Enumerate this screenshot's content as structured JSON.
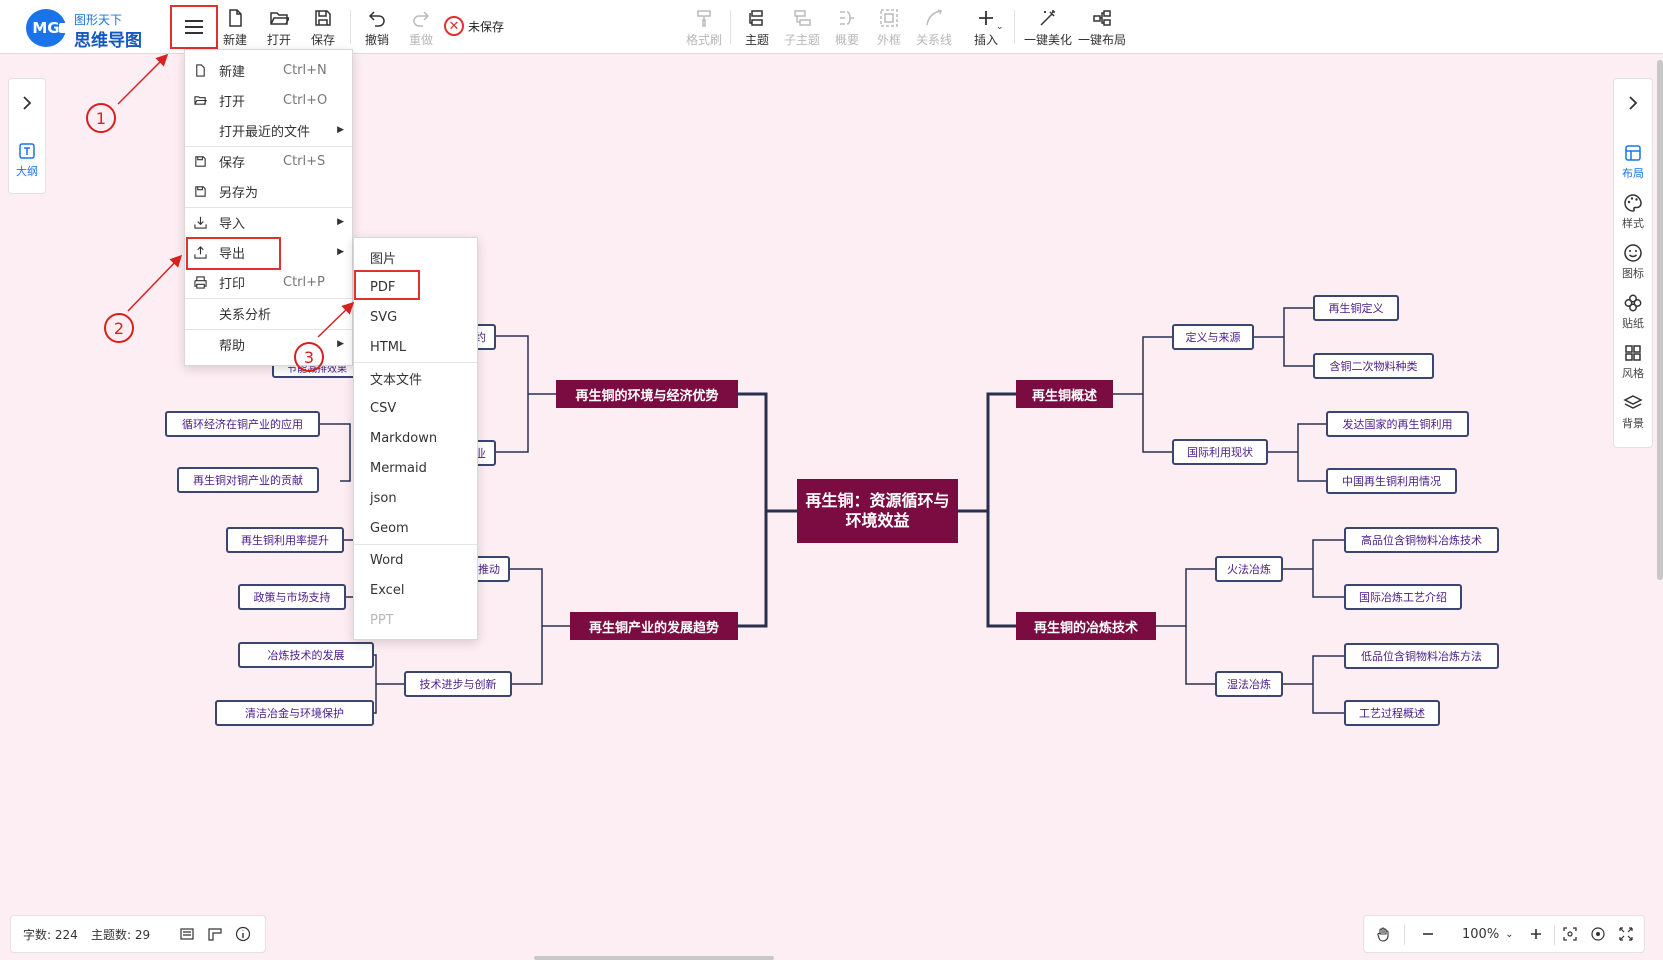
{
  "app": {
    "logo_top": "图形天下",
    "logo_bottom": "思维导图",
    "logo_mark": "MG",
    "unsaved": "未保存"
  },
  "toolbar": {
    "new": "新建",
    "open": "打开",
    "save": "保存",
    "undo": "撤销",
    "redo": "重做",
    "format_brush": "格式刷",
    "topic": "主题",
    "subtopic": "子主题",
    "summary": "概要",
    "outer_frame": "外框",
    "relation": "关系线",
    "insert": "插入",
    "beautify": "一键美化",
    "layout": "一键布局"
  },
  "left_panel": {
    "outline": "大纲"
  },
  "right_panel": {
    "layout": "布局",
    "style": "样式",
    "icon": "图标",
    "sticker": "贴纸",
    "theme_style": "风格",
    "background": "背景"
  },
  "main_menu": {
    "new": {
      "label": "新建",
      "shortcut": "Ctrl+N"
    },
    "open": {
      "label": "打开",
      "shortcut": "Ctrl+O"
    },
    "recent": {
      "label": "打开最近的文件"
    },
    "save": {
      "label": "保存",
      "shortcut": "Ctrl+S"
    },
    "save_as": {
      "label": "另存为"
    },
    "import": {
      "label": "导入"
    },
    "export": {
      "label": "导出"
    },
    "print": {
      "label": "打印",
      "shortcut": "Ctrl+P"
    },
    "relation_analysis": {
      "label": "关系分析"
    },
    "help": {
      "label": "帮助"
    }
  },
  "export_submenu": {
    "image": "图片",
    "pdf": "PDF",
    "svg": "SVG",
    "html": "HTML",
    "text": "文本文件",
    "csv": "CSV",
    "markdown": "Markdown",
    "mermaid": "Mermaid",
    "json": "json",
    "geom": "Geom",
    "word": "Word",
    "excel": "Excel",
    "ppt": "PPT"
  },
  "annotations": {
    "one": "1",
    "two": "2",
    "three": "3"
  },
  "mindmap": {
    "root": "再生铜：资源循环与环境效益",
    "left": {
      "env": "再生铜的环境与经济优势",
      "trend": "再生铜产业的发展趋势",
      "env_partial_1": "约",
      "env_partial_2": "业",
      "env_partial_3": "节能减排效果",
      "circular": "循环经济在铜产业的应用",
      "contribution": "再生铜对铜产业的贡献",
      "push_partial": "推动",
      "rate": "再生铜利用率提升",
      "policy": "政策与市场支持",
      "tech_dev": "冶炼技术的发展",
      "clean": "清洁冶金与环境保护",
      "progress": "技术进步与创新"
    },
    "right": {
      "overview": "再生铜概述",
      "smelt": "再生铜的冶炼技术",
      "def_source": "定义与来源",
      "definition": "再生铜定义",
      "types": "含铜二次物料种类",
      "intl_status": "国际利用现状",
      "developed": "发达国家的再生铜利用",
      "china": "中国再生铜利用情况",
      "pyro": "火法冶炼",
      "high_grade": "高品位含铜物料冶炼技术",
      "intl_process": "国际冶炼工艺介绍",
      "hydro": "湿法冶炼",
      "low_grade": "低品位含铜物料冶炼方法",
      "process": "工艺过程概述"
    }
  },
  "status": {
    "word_count": "字数: 224",
    "topic_count": "主题数: 29",
    "zoom": "100%"
  }
}
